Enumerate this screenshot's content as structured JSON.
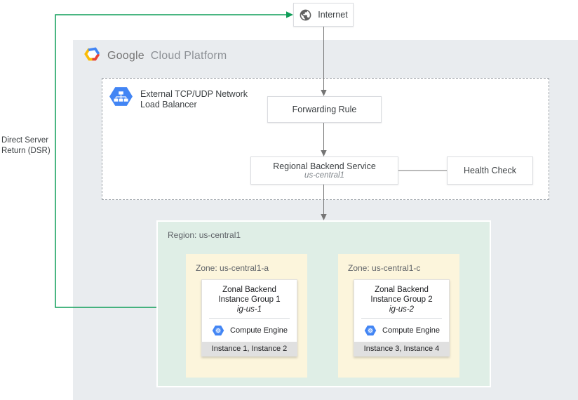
{
  "colors": {
    "gcp_background": "#e9ecef",
    "region_background": "#dfeee6",
    "zone_background": "#fcf5dc",
    "card_footer_background": "#e0e0e0",
    "dsr_green": "#0f9d58",
    "gcp_blue": "#4285f4",
    "arrow_gray": "#757575"
  },
  "internet": {
    "label": "Internet"
  },
  "gcp_logo": {
    "word1": "Google",
    "word2": "Cloud Platform"
  },
  "load_balancer": {
    "line1": "External TCP/UDP Network",
    "line2": "Load Balancer"
  },
  "forwarding_rule": {
    "label": "Forwarding Rule"
  },
  "backend_service": {
    "label": "Regional Backend Service",
    "region": "us-central1"
  },
  "health_check": {
    "label": "Health Check"
  },
  "region": {
    "label": "Region: us-central1"
  },
  "zones": [
    {
      "label": "Zone: us-central1-a",
      "group": {
        "line1": "Zonal Backend",
        "line2": "Instance Group 1",
        "name": "ig-us-1"
      },
      "engine": "Compute Engine",
      "instances": "Instance 1, Instance 2"
    },
    {
      "label": "Zone: us-central1-c",
      "group": {
        "line1": "Zonal Backend",
        "line2": "Instance Group 2",
        "name": "ig-us-2"
      },
      "engine": "Compute Engine",
      "instances": "Instance 3, Instance 4"
    }
  ],
  "dsr": {
    "line1": "Direct Server",
    "line2": "Return (DSR)"
  }
}
